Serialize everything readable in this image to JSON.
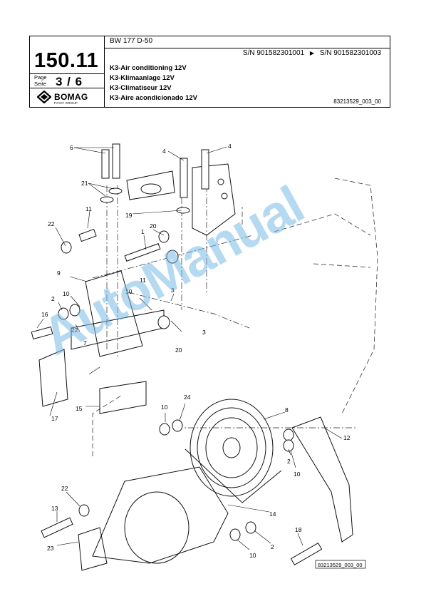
{
  "header": {
    "model": "BW 177 D-50",
    "serial_from": "S/N 901582301001",
    "serial_arrow": "▶",
    "serial_to": "S/N 901582301003",
    "page_number": "150.11",
    "page_label_en": "Page",
    "page_label_de": "Seite",
    "page_fraction": "3 / 6",
    "brand": "BOMAG",
    "brand_sub": "FAYAT GROUP",
    "titles": [
      "K3-Air conditioning 12V",
      "K3-Klimaanlage 12V",
      "K3-Climatiseur 12V",
      "K3-Aire acondicionado 12V"
    ],
    "doc_number": "83213529_003_00"
  },
  "drawing": {
    "callouts": [
      "6",
      "4",
      "4",
      "21",
      "19",
      "11",
      "22",
      "20",
      "1",
      "9",
      "10",
      "11",
      "2",
      "3",
      "16",
      "10",
      "22",
      "7",
      "20",
      "3",
      "17",
      "15",
      "24",
      "10",
      "8",
      "12",
      "2",
      "10",
      "22",
      "13",
      "14",
      "23",
      "18",
      "10",
      "2"
    ],
    "figure_id": "83213529_003_00"
  },
  "watermark": "AutoManual"
}
